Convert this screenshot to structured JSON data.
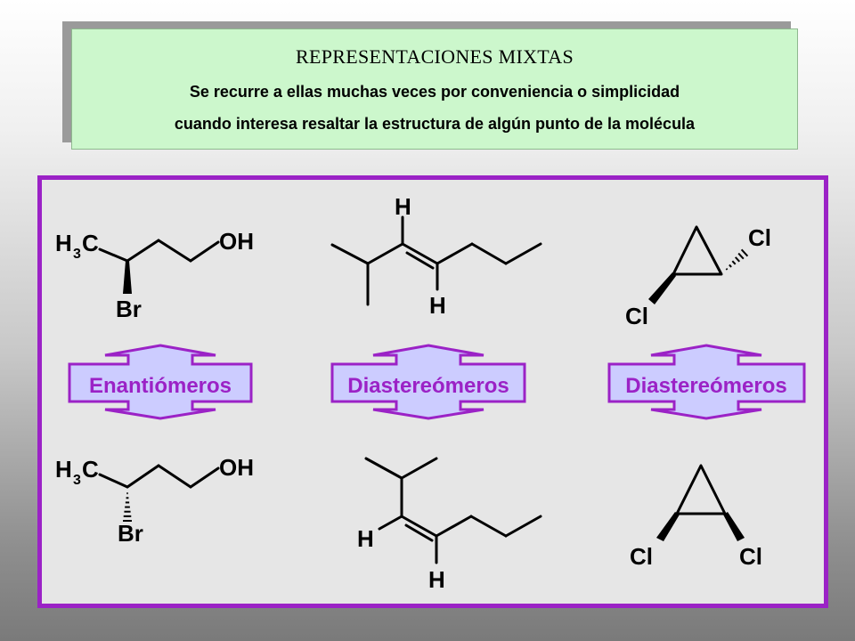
{
  "header": {
    "title": "REPRESENTACIONES MIXTAS",
    "line1": "Se recurre a ellas muchas veces por conveniencia o simplicidad",
    "line2": "cuando interesa resaltar la estructura de algún punto de la molécula"
  },
  "relations": {
    "left": "Enantiómeros",
    "middle": "Diastereómeros",
    "right": "Diastereómeros"
  },
  "molecules": {
    "top_left": {
      "h3c_h": "H",
      "h3c_sub": "3",
      "h3c_c": "C",
      "oh": "OH",
      "br": "Br"
    },
    "bottom_left": {
      "h3c_h": "H",
      "h3c_sub": "3",
      "h3c_c": "C",
      "oh": "OH",
      "br": "Br"
    },
    "top_middle": {
      "h_top": "H",
      "h_bottom": "H"
    },
    "bottom_middle": {
      "h_left": "H",
      "h_bottom": "H"
    },
    "top_right": {
      "cl_right": "Cl",
      "cl_left": "Cl"
    },
    "bottom_right": {
      "cl_left": "Cl",
      "cl_right": "Cl"
    }
  },
  "colors": {
    "accent": "#9b22c6",
    "arrow_fill": "#ccccff",
    "header_bg": "#ccf7cc",
    "panel_bg": "#e6e6e6"
  }
}
